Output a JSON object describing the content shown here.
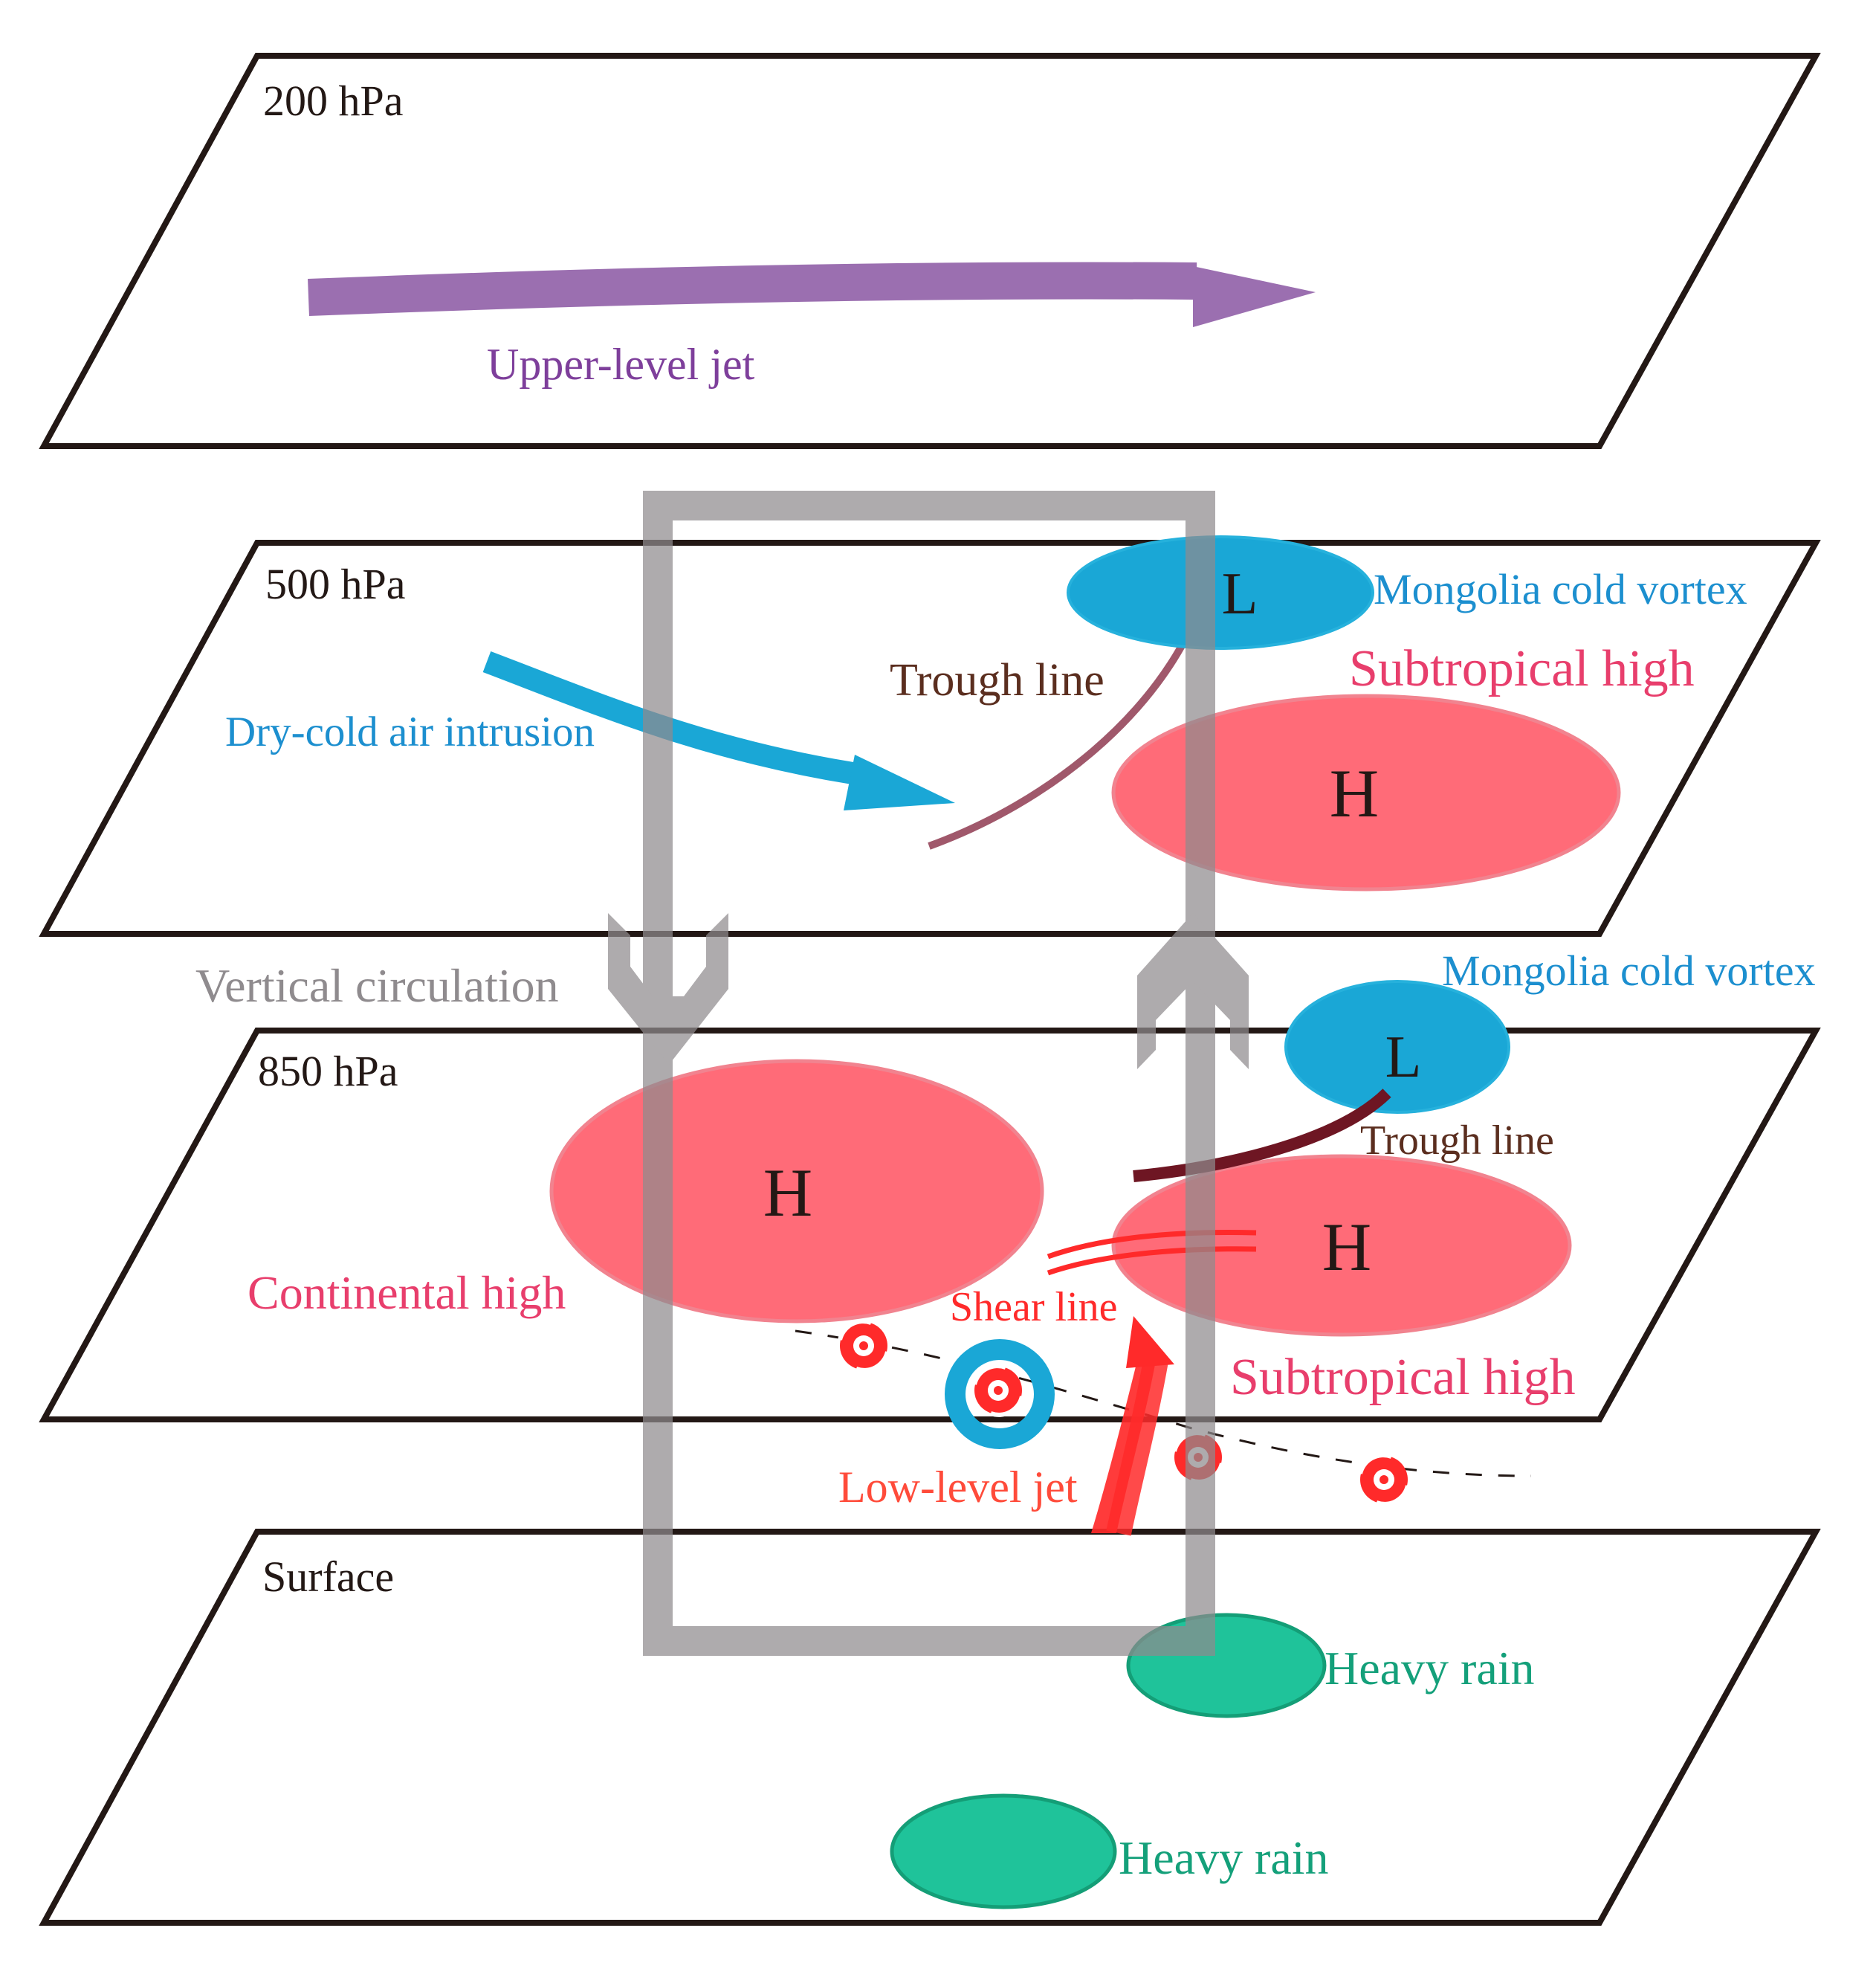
{
  "levels": {
    "l200": "200 hPa",
    "l500": "500 hPa",
    "l850": "850 hPa",
    "surface": "Surface"
  },
  "labels": {
    "upper_jet": "Upper-level jet",
    "dry_cold": "Dry-cold air intrusion",
    "trough_500": "Trough line",
    "mongolia_500": "Mongolia cold vortex",
    "subtropical_500": "Subtropical high",
    "L_500": "L",
    "H_500": "H",
    "vertical_circulation": "Vertical circulation",
    "mongolia_850": "Mongolia cold vortex",
    "L_850": "L",
    "trough_850": "Trough line",
    "H_continental": "H",
    "continental": "Continental high",
    "H_subtropical_850": "H",
    "shear": "Shear line",
    "subtropical_850": "Subtropical high",
    "low_jet": "Low-level jet",
    "heavy_rain_1": "Heavy rain",
    "heavy_rain_2": "Heavy rain"
  },
  "colors": {
    "purple": "#9b6fb0",
    "purple_text": "#7e3f9b",
    "cyan": "#1aa7d6",
    "cyan_text": "#1c8fcf",
    "red_fill": "#ff6b78",
    "red_text": "#e83e6c",
    "shear_red": "#ff2a2a",
    "brown_text": "#5b2e1f",
    "trough_500": "#a0586b",
    "trough_850": "#6e1623",
    "grey": "#8f8b8e",
    "green": "#1fc39a",
    "green_text": "#14a07a"
  }
}
